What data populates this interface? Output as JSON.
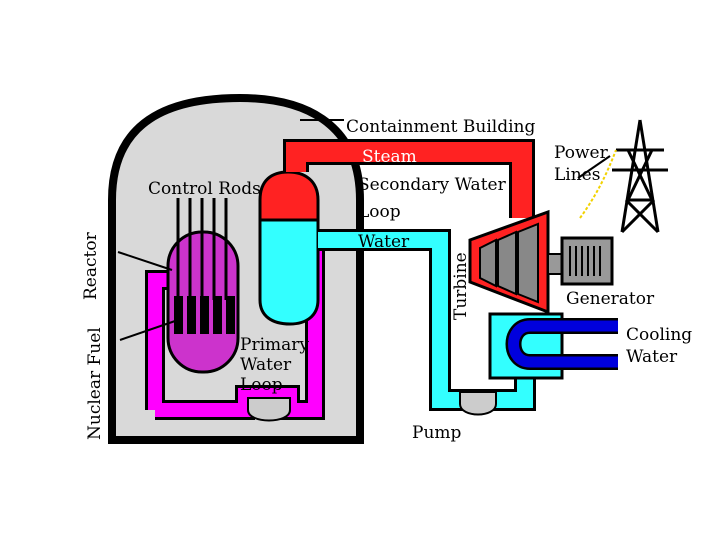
{
  "labels": {
    "containment": "Containment Building",
    "steam": "Steam",
    "secondary_1": "Secondary Water",
    "secondary_2": "Loop",
    "water": "Water",
    "power_1": "Power",
    "power_2": "Lines",
    "control_rods": "Control Rods",
    "reactor": "Reactor",
    "nuclear_fuel": "Nuclear Fuel",
    "primary_1": "Primary",
    "primary_2": "Water",
    "primary_3": "Loop",
    "turbine": "Turbine",
    "generator": "Generator",
    "cooling_1": "Cooling",
    "cooling_2": "Water",
    "pump": "Pump"
  },
  "colors": {
    "containment": "#d9d9d9",
    "primary_loop": "#ff00ff",
    "reactor_vessel": "#cc33cc",
    "steam": "#ff2222",
    "water": "#33ffff",
    "pump": "#cccccc",
    "cooling": "#0000dd",
    "generator": "#999999",
    "outline": "#000000"
  },
  "icons": [
    "transmission-tower-icon",
    "generator-icon",
    "turbine-icon",
    "pump-icon",
    "fuel-rods-icon"
  ]
}
